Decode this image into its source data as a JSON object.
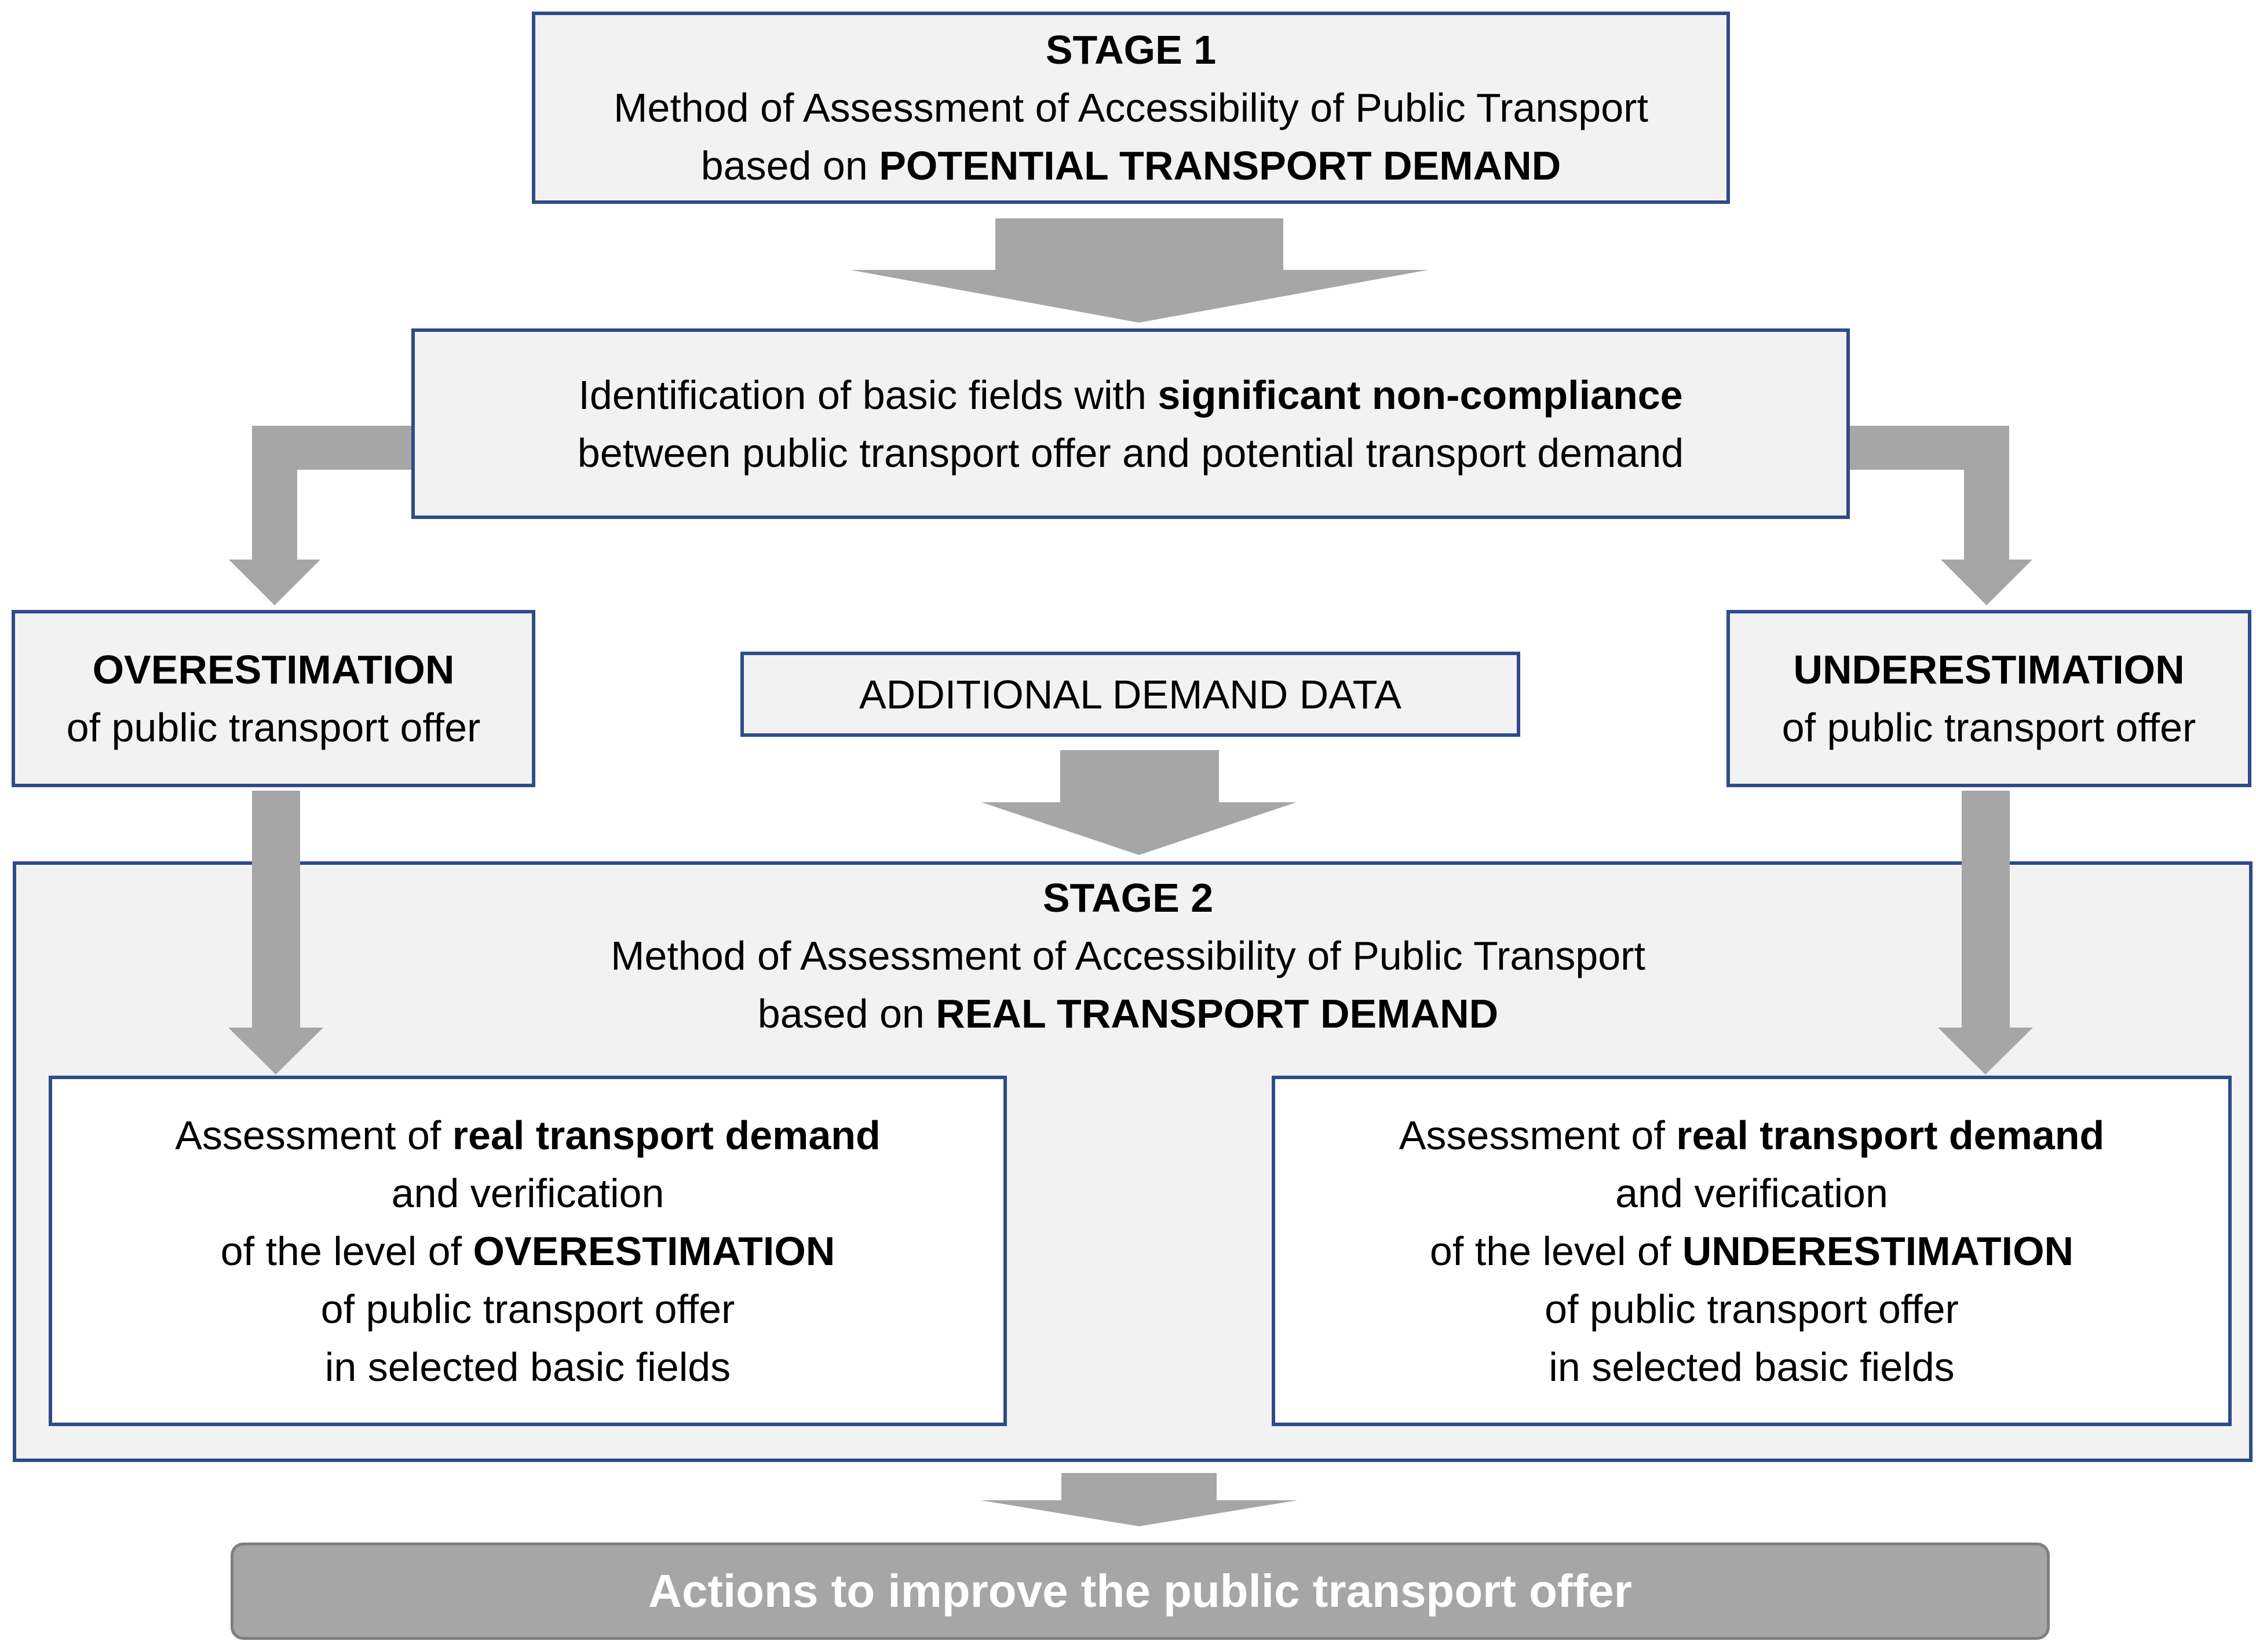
{
  "stage1": {
    "title": "STAGE 1",
    "line2": "Method of Assessment of Accessibility of Public Transport",
    "line3_pre": "based on ",
    "line3_bold": "POTENTIAL TRANSPORT DEMAND"
  },
  "identification": {
    "line1_pre": "Identification of basic fields with ",
    "line1_bold": "significant non-compliance",
    "line2": "between public transport offer and potential transport demand"
  },
  "overestimation": {
    "title": "OVERESTIMATION",
    "subtitle": "of public transport offer"
  },
  "additional": {
    "label": "ADDITIONAL DEMAND DATA"
  },
  "underestimation": {
    "title": "UNDERESTIMATION",
    "subtitle": "of public transport offer"
  },
  "stage2": {
    "title": "STAGE 2",
    "line2": "Method of Assessment of Accessibility of Public Transport",
    "line3_pre": "based on ",
    "line3_bold": "REAL TRANSPORT DEMAND"
  },
  "assess_over": {
    "line1_pre": "Assessment of ",
    "line1_bold": "real transport demand",
    "line2": "and verification",
    "line3_pre": "of the level of ",
    "line3_bold": "OVERESTIMATION",
    "line4": "of public transport offer",
    "line5": "in selected basic fields"
  },
  "assess_under": {
    "line1_pre": "Assessment of ",
    "line1_bold": "real transport demand",
    "line2": "and verification",
    "line3_pre": "of the level of ",
    "line3_bold": "UNDERESTIMATION",
    "line4": "of public transport offer",
    "line5": "in selected basic fields"
  },
  "final": {
    "label": "Actions to improve the public transport offer"
  },
  "colors": {
    "box_border": "#2f4b8a",
    "box_fill": "#f2f2f2",
    "arrow": "#a6a6a6",
    "final_fill": "#a6a6a6"
  }
}
